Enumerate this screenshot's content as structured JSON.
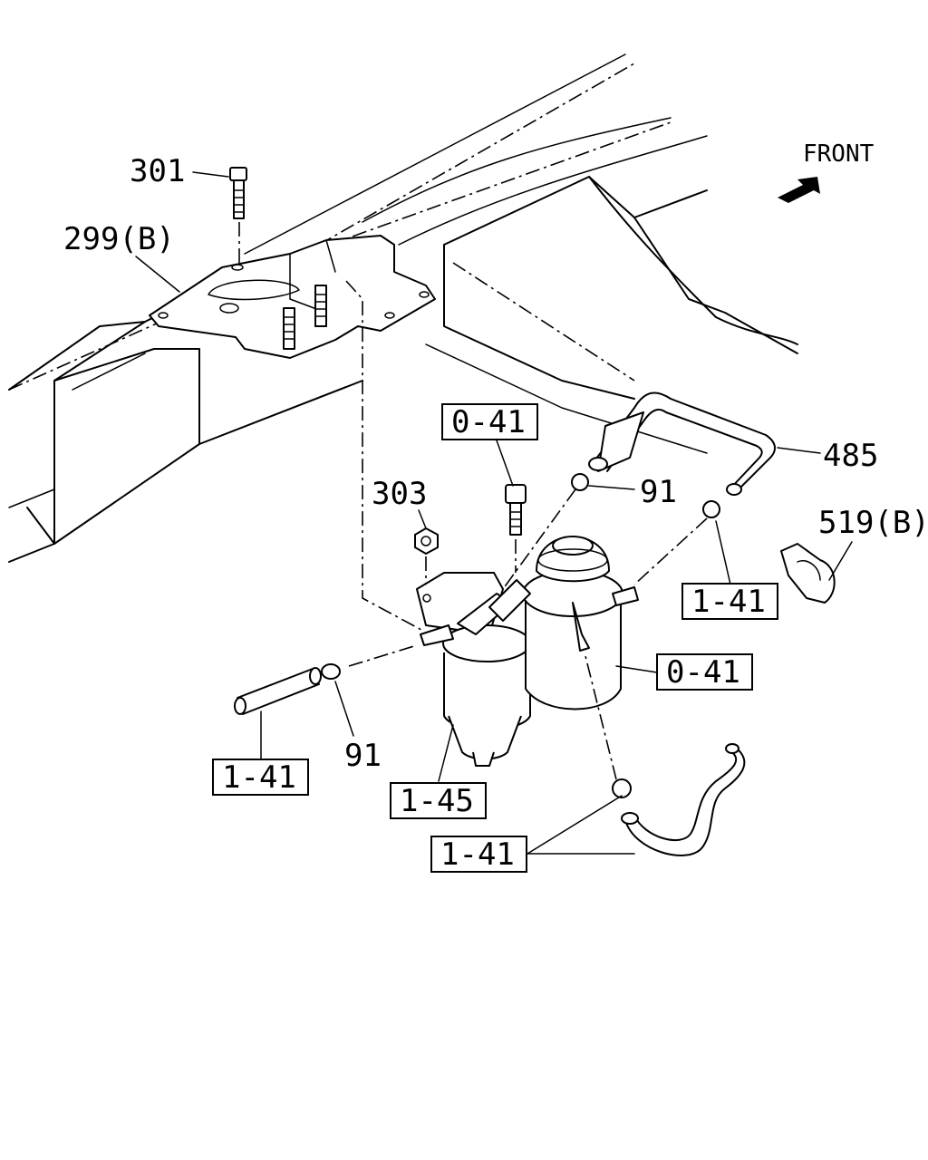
{
  "front_label": "FRONT",
  "callouts": {
    "p301": "301",
    "p299b": "299(B)",
    "p303": "303",
    "p041_top": "0-41",
    "p041_right": "0-41",
    "p91_top": "91",
    "p91_bottom": "91",
    "p485": "485",
    "p519b": "519(B)",
    "p141_right": "1-41",
    "p141_left": "1-41",
    "p141_bottom": "1-41",
    "p145": "1-45"
  }
}
